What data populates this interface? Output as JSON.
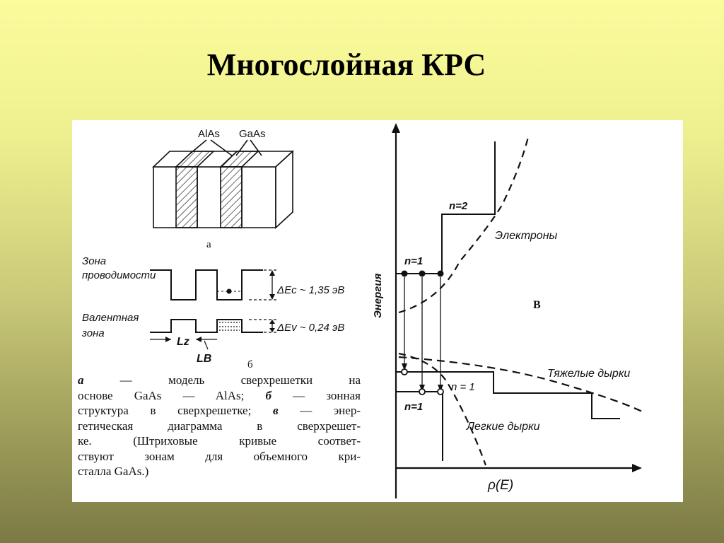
{
  "slide": {
    "title": "Многослойная КРС"
  },
  "figure_a": {
    "labels": {
      "alas": "AlAs",
      "gaas": "GaAs"
    },
    "panel_label": "а"
  },
  "figure_b": {
    "conduction_label_1": "Зона",
    "conduction_label_2": "проводимости",
    "valence_label_1": "Валентная",
    "valence_label_2": "зона",
    "delta_ec": "ΔEc ~ 1,35 эВ",
    "delta_ev": "ΔEv ~ 0,24 эВ",
    "lz": "Lz",
    "lb": "LB",
    "panel_label": "б"
  },
  "figure_c": {
    "y_axis": "Энергия",
    "x_axis": "ρ(E)",
    "n2": "n=2",
    "n1_electrons": "n=1",
    "electrons": "Электроны",
    "panel_label": "В",
    "heavy_holes": "Тяжелые дырки",
    "n1_heavy": "n = 1",
    "n1_light": "n=1",
    "light_holes": "Легкие дырки"
  },
  "caption": {
    "a_mark": "а",
    "line1": " — модель сверхрешетки на",
    "line2a": "основе GaAs — AlAs; ",
    "b_mark": "б",
    "line2b": " — зонная",
    "line3a": "структура в сверхрешетке; ",
    "c_mark": "в",
    "line3b": " — энер-",
    "line4": "гетическая диаграмма в сверхрешет-",
    "line5": "ке. (Штриховые кривые соответ-",
    "line6": "ствуют зонам для объемного кри-",
    "line7": "сталла GaAs.)"
  }
}
